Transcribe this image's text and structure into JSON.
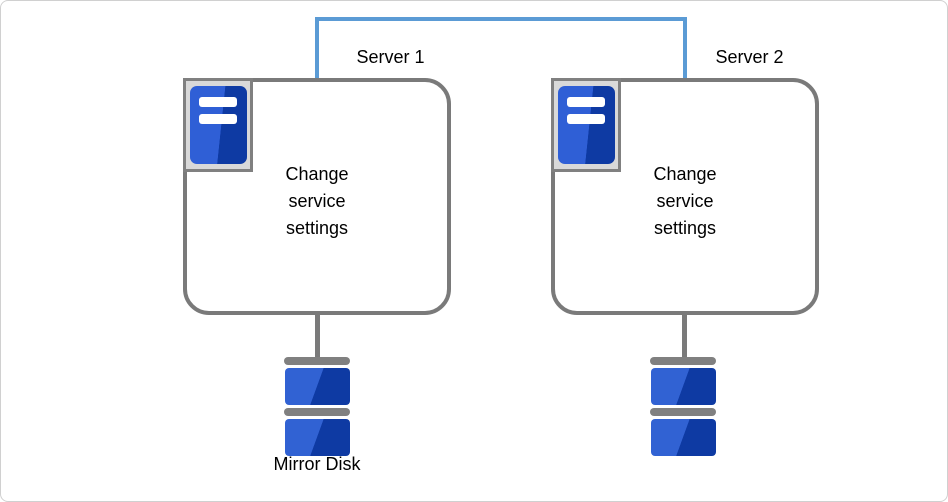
{
  "diagram": {
    "interconnect_name": "server-interconnect",
    "servers": [
      {
        "label": "Server 1",
        "text_lines": [
          "Change",
          "service",
          "settings"
        ]
      },
      {
        "label": "Server 2",
        "text_lines": [
          "Change",
          "service",
          "settings"
        ]
      }
    ],
    "mirror_disk_label": "Mirror Disk",
    "icons": {
      "server": "server-icon",
      "disk": "disk-stack-icon"
    }
  },
  "colors": {
    "accent_blue": "#5b9bd5",
    "border_gray": "#7a7a7a",
    "bar_gray": "#808080",
    "icon_cell_fill": "#d9d9d9",
    "icon_light_blue": "#2f5fd6",
    "icon_dark_blue": "#0e3aa3",
    "disk_light_blue": "#3162d3",
    "disk_dark_blue": "#0e3aa3",
    "canvas_border": "#d0d0d0",
    "text": "#000000"
  }
}
